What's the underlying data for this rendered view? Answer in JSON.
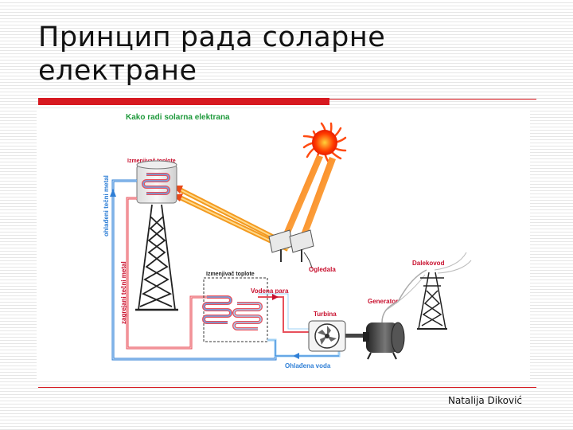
{
  "slide": {
    "title_line1": "Принцип рада соларне",
    "title_line2": "електране",
    "footer_author": "Natalija Diković"
  },
  "diagram": {
    "title": "Kako radi solarna elektrana",
    "labels": {
      "heat_exchanger_top": "Izmenjivač toplote",
      "heat_exchanger_mid": "Izmenjivač toplote",
      "cooled_metal": "ohlađeni tečni metal",
      "heated_metal": "zagrejani tečni metal",
      "mirrors": "Ogledala",
      "steam": "Vodena para",
      "turbine": "Turbina",
      "generator": "Generator",
      "power_line": "Dalekovod",
      "cooled_water": "Ohlađena voda"
    },
    "colors": {
      "label_green": "#1f9a3c",
      "label_red": "#c8102e",
      "cold_blue": "#2f7fd6",
      "hot_red": "#e8505b",
      "sun_core": "#ff3b00",
      "ray_orange": "#f39a1f"
    }
  }
}
